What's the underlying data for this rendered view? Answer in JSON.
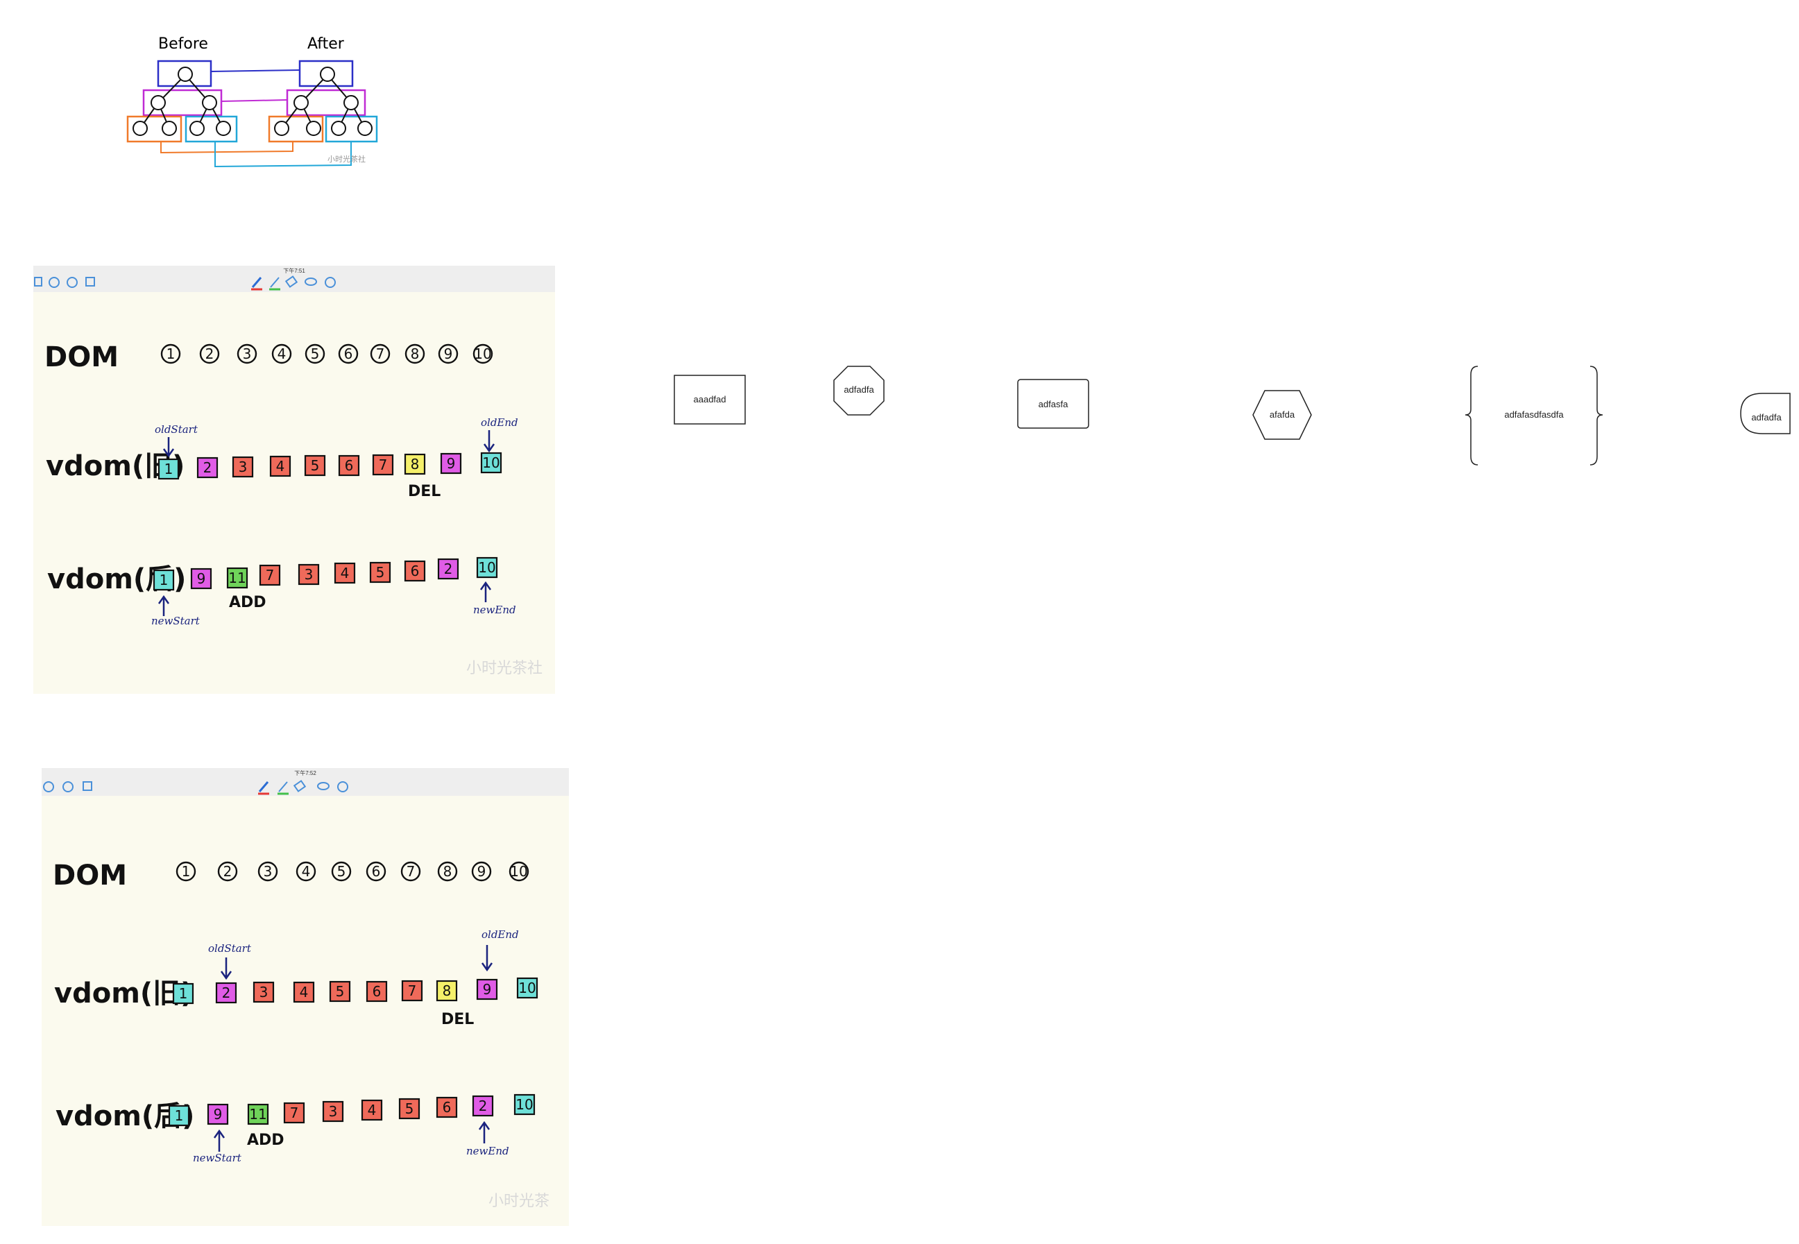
{
  "tree_diagram": {
    "before_label": "Before",
    "after_label": "After",
    "watermark": "小时光茶社"
  },
  "board1": {
    "status_time": "下午7:51",
    "dom_label": "DOM",
    "dom_nodes": [
      "1",
      "2",
      "3",
      "4",
      "5",
      "6",
      "7",
      "8",
      "9",
      "10"
    ],
    "old_label": "vdom(旧)",
    "old_nodes": [
      {
        "t": "1",
        "c": "#6ee0d8"
      },
      {
        "t": "2",
        "c": "#e05ce6"
      },
      {
        "t": "3",
        "c": "#ef6a5a"
      },
      {
        "t": "4",
        "c": "#ef6a5a"
      },
      {
        "t": "5",
        "c": "#ef6a5a"
      },
      {
        "t": "6",
        "c": "#ef6a5a"
      },
      {
        "t": "7",
        "c": "#ef6a5a"
      },
      {
        "t": "8",
        "c": "#f5f06a"
      },
      {
        "t": "9",
        "c": "#e05ce6"
      },
      {
        "t": "10",
        "c": "#6ee0d8"
      }
    ],
    "new_label": "vdom(后)",
    "new_nodes": [
      {
        "t": "1",
        "c": "#6ee0d8"
      },
      {
        "t": "9",
        "c": "#e05ce6"
      },
      {
        "t": "11",
        "c": "#6fd35a"
      },
      {
        "t": "7",
        "c": "#ef6a5a"
      },
      {
        "t": "3",
        "c": "#ef6a5a"
      },
      {
        "t": "4",
        "c": "#ef6a5a"
      },
      {
        "t": "5",
        "c": "#ef6a5a"
      },
      {
        "t": "6",
        "c": "#ef6a5a"
      },
      {
        "t": "2",
        "c": "#e05ce6"
      },
      {
        "t": "10",
        "c": "#6ee0d8"
      }
    ],
    "old_start": "oldStart",
    "old_end": "oldEnd",
    "new_start": "newStart",
    "new_end": "newEnd",
    "del_mark": "DEL",
    "add_mark": "ADD",
    "watermark": "小时光茶社"
  },
  "board2": {
    "status_time": "下午7:52",
    "dom_label": "DOM",
    "old_start": "oldStart",
    "old_end": "oldEnd",
    "new_start": "newStart",
    "new_end": "newEnd",
    "del_mark": "DEL",
    "add_mark": "ADD",
    "watermark": "小时光茶"
  },
  "shapes": [
    {
      "kind": "rectangle",
      "label": "aaadfad"
    },
    {
      "kind": "octagon",
      "label": "adfadfa"
    },
    {
      "kind": "rounded-rectangle",
      "label": "adfasfa"
    },
    {
      "kind": "hexagon",
      "label": "afafda"
    },
    {
      "kind": "braces",
      "label": "adfafasdfasdfa"
    },
    {
      "kind": "delay",
      "label": "adfadfa"
    }
  ]
}
